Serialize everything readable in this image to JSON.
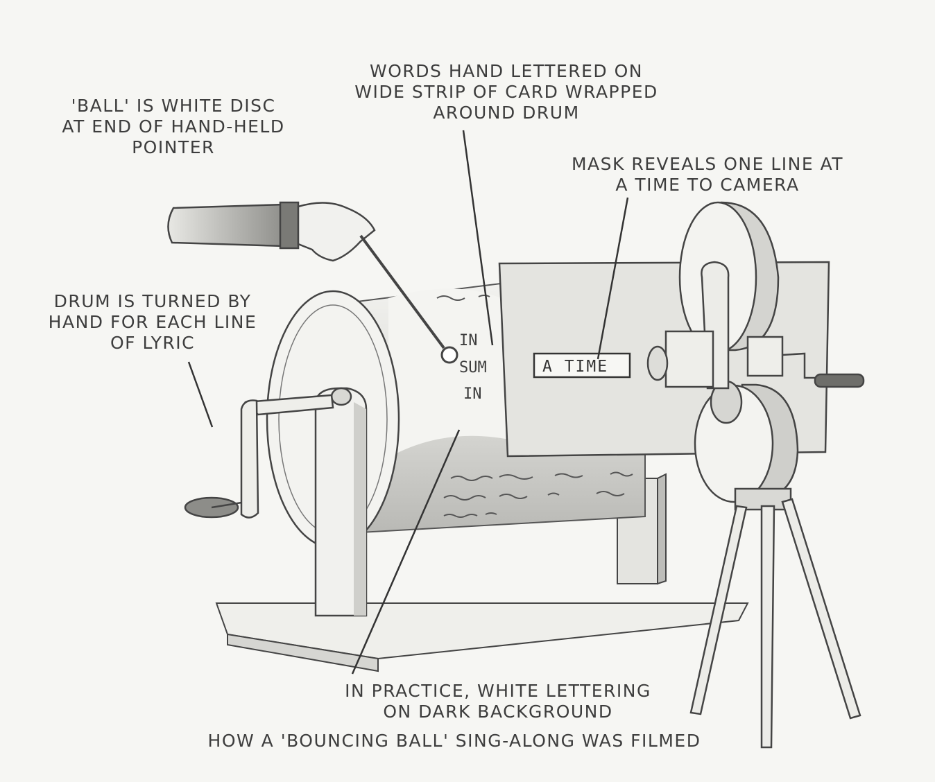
{
  "title": "HOW A 'BOUNCING BALL' SING-ALONG WAS FILMED",
  "annotations": {
    "ball": [
      "'BALL' IS WHITE DISC",
      "AT END OF HAND-HELD",
      "POINTER"
    ],
    "words": [
      "WORDS HAND LETTERED ON",
      "WIDE STRIP OF CARD WRAPPED",
      "AROUND DRUM"
    ],
    "mask": [
      "MASK REVEALS ONE LINE AT",
      "A TIME TO CAMERA"
    ],
    "drum": [
      "DRUM IS TURNED BY",
      "HAND FOR EACH LINE",
      "OF LYRIC"
    ],
    "practice": [
      "IN PRACTICE, WHITE LETTERING",
      "ON DARK BACKGROUND"
    ]
  },
  "drum_text": {
    "line1": "IN",
    "line2": "SUM",
    "line3": "IN"
  },
  "mask_window_text": "A TIME",
  "colors": {
    "ink": "#3d3d3d",
    "paper": "#f6f6f3",
    "drum_shade": "#c9c9c6",
    "mask_fill": "#e6e6e2"
  }
}
